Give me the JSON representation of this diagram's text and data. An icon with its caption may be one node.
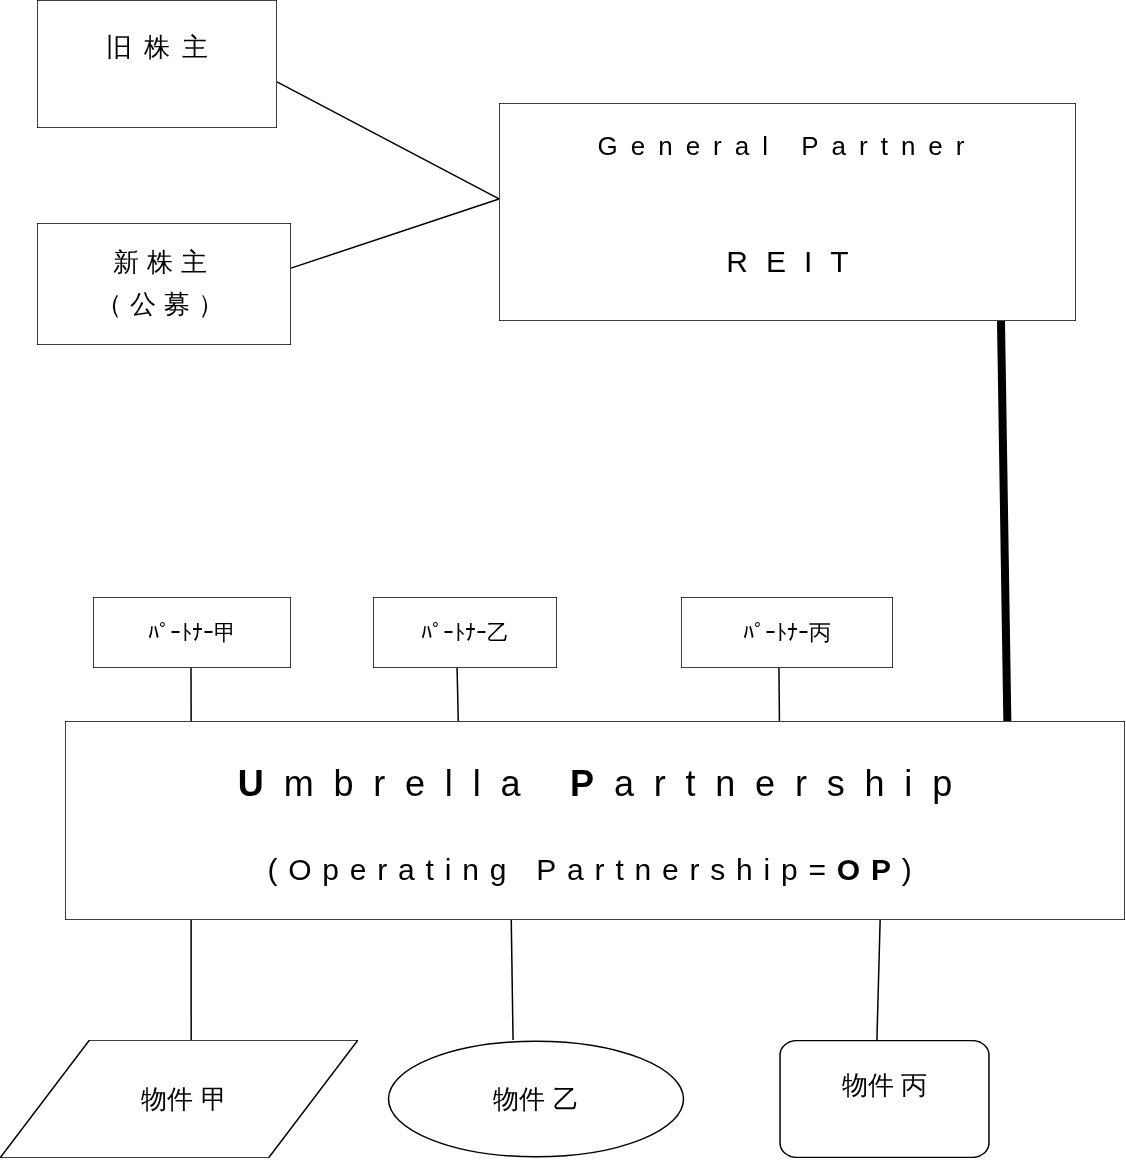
{
  "diagram": {
    "nodes": [
      {
        "text": [
          "旧株主"
        ]
      },
      {
        "text": [
          "新株主（公募）"
        ]
      },
      {
        "text": [
          "General Partner",
          "REIT"
        ]
      },
      {
        "text": [
          "ﾊﾟｰﾄﾅｰ甲"
        ]
      },
      {
        "text": [
          "ﾊﾟｰﾄﾅｰ乙"
        ]
      },
      {
        "text": [
          "ﾊﾟｰﾄﾅｰ丙"
        ]
      },
      {
        "text": [
          "**U**mbrella **P**artnership",
          "(Operating Partnership=**OP**)"
        ]
      },
      {
        "text": [
          "物件 甲"
        ]
      },
      {
        "text": [
          "物件 乙"
        ]
      },
      {
        "text": [
          "物件 丙"
        ]
      }
    ],
    "edges": [
      {
        "from": 0,
        "to": 2,
        "arrow": "none"
      },
      {
        "from": 1,
        "to": 2,
        "arrow": "none"
      },
      {
        "from": 2,
        "to": 6,
        "arrow": "none",
        "style": "thick"
      },
      {
        "from": 3,
        "to": 6,
        "arrow": "none"
      },
      {
        "from": 4,
        "to": 6,
        "arrow": "none"
      },
      {
        "from": 5,
        "to": 6,
        "arrow": "none"
      },
      {
        "from": 6,
        "to": 7,
        "arrow": "none"
      },
      {
        "from": 6,
        "to": 8,
        "arrow": "none"
      },
      {
        "from": 6,
        "to": 9,
        "arrow": "none"
      }
    ]
  }
}
